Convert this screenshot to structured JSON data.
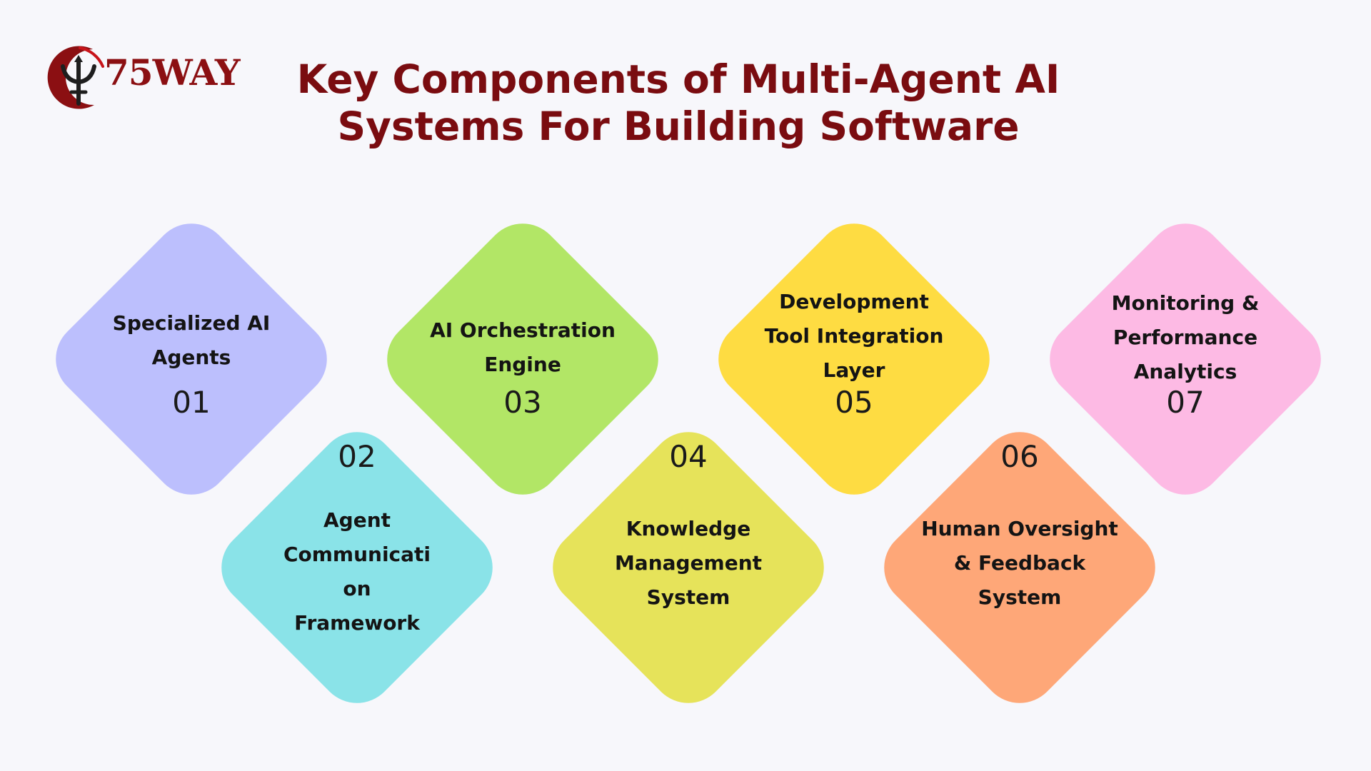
{
  "logo": {
    "text": "75WAY",
    "emblem_icon": "trident-crescent-icon"
  },
  "title": {
    "line1": "Key Components of Multi-Agent AI",
    "line2": "Systems For Building Software"
  },
  "components": [
    {
      "number": "01",
      "lines": [
        "Specialized AI",
        "Agents"
      ],
      "color": "#bcbffd"
    },
    {
      "number": "02",
      "lines": [
        "Agent",
        "Communicati",
        "on",
        "Framework"
      ],
      "color": "#8ae3e8"
    },
    {
      "number": "03",
      "lines": [
        "AI Orchestration",
        "Engine"
      ],
      "color": "#b2e666"
    },
    {
      "number": "04",
      "lines": [
        "Knowledge",
        "Management",
        "System"
      ],
      "color": "#e6e35a"
    },
    {
      "number": "05",
      "lines": [
        "Development",
        "Tool Integration",
        "Layer"
      ],
      "color": "#fedc42"
    },
    {
      "number": "06",
      "lines": [
        "Human Oversight",
        "& Feedback",
        "System"
      ],
      "color": "#fea778"
    },
    {
      "number": "07",
      "lines": [
        "Monitoring &",
        "Performance",
        "Analytics"
      ],
      "color": "#fdbae4"
    }
  ],
  "colors": {
    "title": "#7a0c10",
    "brand": "#8b0f12",
    "background": "#f7f7fb"
  }
}
